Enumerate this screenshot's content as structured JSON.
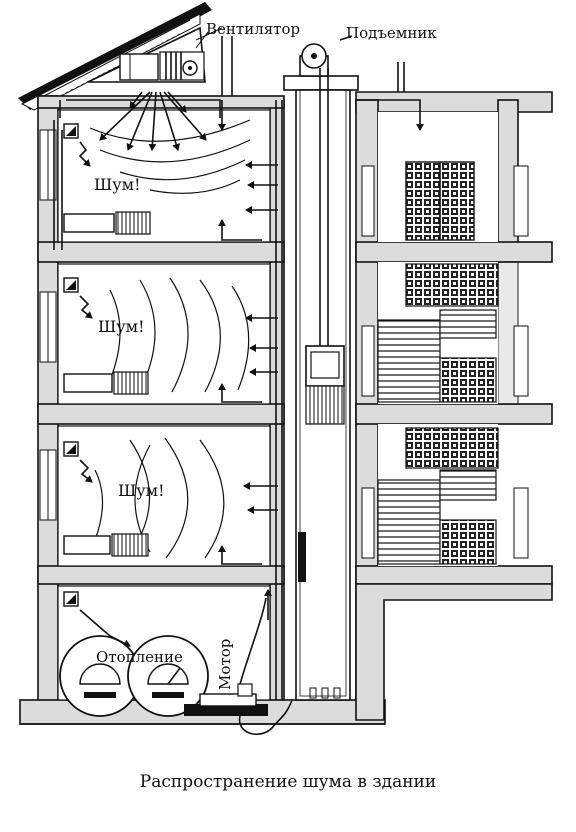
{
  "labels": {
    "fan": "Вентилятор",
    "lift": "Подъемник",
    "noise": "Шум!",
    "heating": "Отопление",
    "motor": "Мотор"
  },
  "caption": "Распространение шума в здании"
}
